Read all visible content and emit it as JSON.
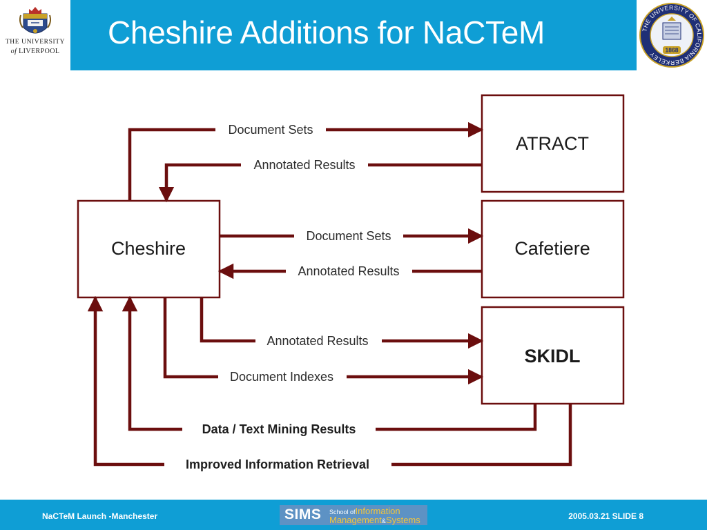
{
  "header": {
    "title": "Cheshire Additions for NaCTeM",
    "left_logo": {
      "line1": "THE UNIVERSITY",
      "line2_prefix": "of",
      "line2_name": "LIVERPOOL"
    },
    "right_logo": {
      "seal_text": "THE UNIVERSITY OF CALIFORNIA BERKELEY",
      "year": "1868"
    }
  },
  "diagram": {
    "nodes": {
      "cheshire": "Cheshire",
      "atract": "ATRACT",
      "cafetiere": "Cafetiere",
      "skidl": "SKIDL"
    },
    "edges": {
      "cheshire_to_atract": "Document Sets",
      "atract_to_cheshire": "Annotated Results",
      "cheshire_to_cafetiere": "Document Sets",
      "cafetiere_to_cheshire": "Annotated Results",
      "cheshire_to_skidl_annotated": "Annotated Results",
      "cheshire_to_skidl_indexes": "Document Indexes",
      "skidl_to_cheshire_mining": "Data / Text Mining Results",
      "skidl_to_cheshire_retrieval": "Improved Information Retrieval"
    }
  },
  "footer": {
    "left": "NaCTeM Launch -Manchester",
    "right": "2005.03.21 SLIDE 8",
    "sims_logo": {
      "main": "SIMS",
      "school_of": "School of",
      "information": "Information",
      "management": "Management",
      "amp": "&",
      "systems": "Systems"
    }
  },
  "colors": {
    "header_bg": "#0f9ed5",
    "arrow": "#6b0e0e",
    "footer_bg": "#0f9ed5"
  }
}
